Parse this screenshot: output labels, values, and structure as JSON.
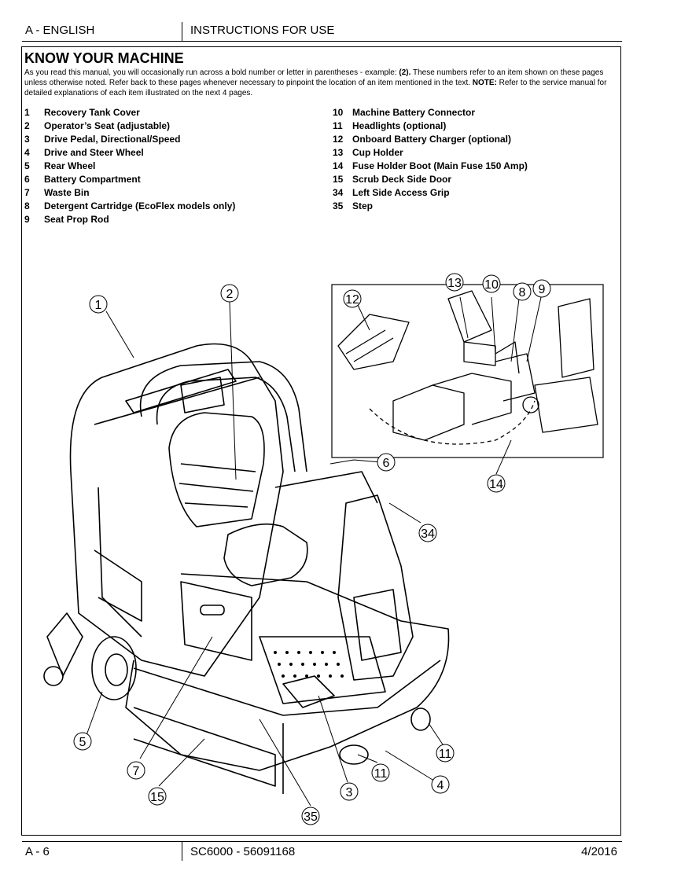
{
  "header": {
    "language": "A - ENGLISH",
    "section": "INSTRUCTIONS FOR USE"
  },
  "title": "KNOW YOUR MACHINE",
  "intro": {
    "part1": "As you read this manual, you will occasionally run across a bold number or letter in parentheses - example: ",
    "example": "(2).",
    "part2": "  These numbers refer to an item shown on these pages unless otherwise noted.  Refer back to these pages whenever necessary to pinpoint the location of an item mentioned in the text.  ",
    "note_label": "NOTE:",
    "part3": "  Refer to the service manual for detailed explanations of each item illustrated on the next 4 pages."
  },
  "items_left": [
    {
      "num": "1",
      "label": "Recovery Tank Cover"
    },
    {
      "num": "2",
      "label": "Operator’s Seat (adjustable)"
    },
    {
      "num": "3",
      "label": "Drive Pedal, Directional/Speed"
    },
    {
      "num": "4",
      "label": "Drive and Steer Wheel"
    },
    {
      "num": "5",
      "label": "Rear Wheel"
    },
    {
      "num": "6",
      "label": "Battery Compartment"
    },
    {
      "num": "7",
      "label": "Waste Bin"
    },
    {
      "num": "8",
      "label": "Detergent Cartridge (EcoFlex models only)"
    },
    {
      "num": "9",
      "label": "Seat Prop Rod"
    }
  ],
  "items_right": [
    {
      "num": "10",
      "label": "Machine Battery Connector"
    },
    {
      "num": "11",
      "label": "Headlights (optional)"
    },
    {
      "num": "12",
      "label": "Onboard Battery Charger (optional)"
    },
    {
      "num": "13",
      "label": "Cup Holder"
    },
    {
      "num": "14",
      "label": "Fuse Holder Boot (Main Fuse 150 Amp)"
    },
    {
      "num": "15",
      "label": "Scrub Deck Side Door"
    },
    {
      "num": "34",
      "label": "Left Side Access Grip"
    },
    {
      "num": "35",
      "label": "Step"
    }
  ],
  "callouts": {
    "c1": "1",
    "c2": "2",
    "c3": "3",
    "c4": "4",
    "c5": "5",
    "c6": "6",
    "c7": "7",
    "c8": "8",
    "c9": "9",
    "c10": "10",
    "c11a": "11",
    "c11b": "11",
    "c12": "12",
    "c13": "13",
    "c14": "14",
    "c15": "15",
    "c34": "34",
    "c35": "35"
  },
  "footer": {
    "page": "A - 6",
    "model": "SC6000 - 56091168",
    "date": "4/2016"
  }
}
